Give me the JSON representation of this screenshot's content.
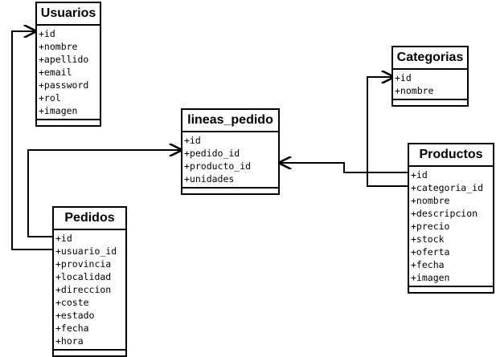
{
  "classes": {
    "usuarios": {
      "title": "Usuarios",
      "attributes": [
        "+id",
        "+nombre",
        "+apellido",
        "+email",
        "+password",
        "+rol",
        "+imagen"
      ]
    },
    "lineas_pedido": {
      "title": "lineas_pedido",
      "attributes": [
        "+id",
        "+pedido_id",
        "+producto_id",
        "+unidades"
      ]
    },
    "categorias": {
      "title": "Categorias",
      "attributes": [
        "+id",
        "+nombre"
      ]
    },
    "productos": {
      "title": "Productos",
      "attributes": [
        "+id",
        "+categoria_id",
        "+nombre",
        "+descripcion",
        "+precio",
        "+stock",
        "+oferta",
        "+fecha",
        "+imagen"
      ]
    },
    "pedidos": {
      "title": "Pedidos",
      "attributes": [
        "+id",
        "+usuario_id",
        "+provincia",
        "+localidad",
        "+direccion",
        "+coste",
        "+estado",
        "+fecha",
        "+hora"
      ]
    }
  },
  "relations": [
    {
      "from": "pedidos.id",
      "to": "lineas_pedido.pedido_id",
      "arrow": "open"
    },
    {
      "from": "productos.id",
      "to": "lineas_pedido.producto_id",
      "arrow": "open"
    },
    {
      "from": "productos.categoria_id",
      "to": "categorias.id",
      "arrow": "open"
    },
    {
      "from": "pedidos.usuario_id",
      "to": "usuarios.id",
      "arrow": "open"
    }
  ],
  "colors": {
    "line": "#000000",
    "background": "#ffffff"
  }
}
